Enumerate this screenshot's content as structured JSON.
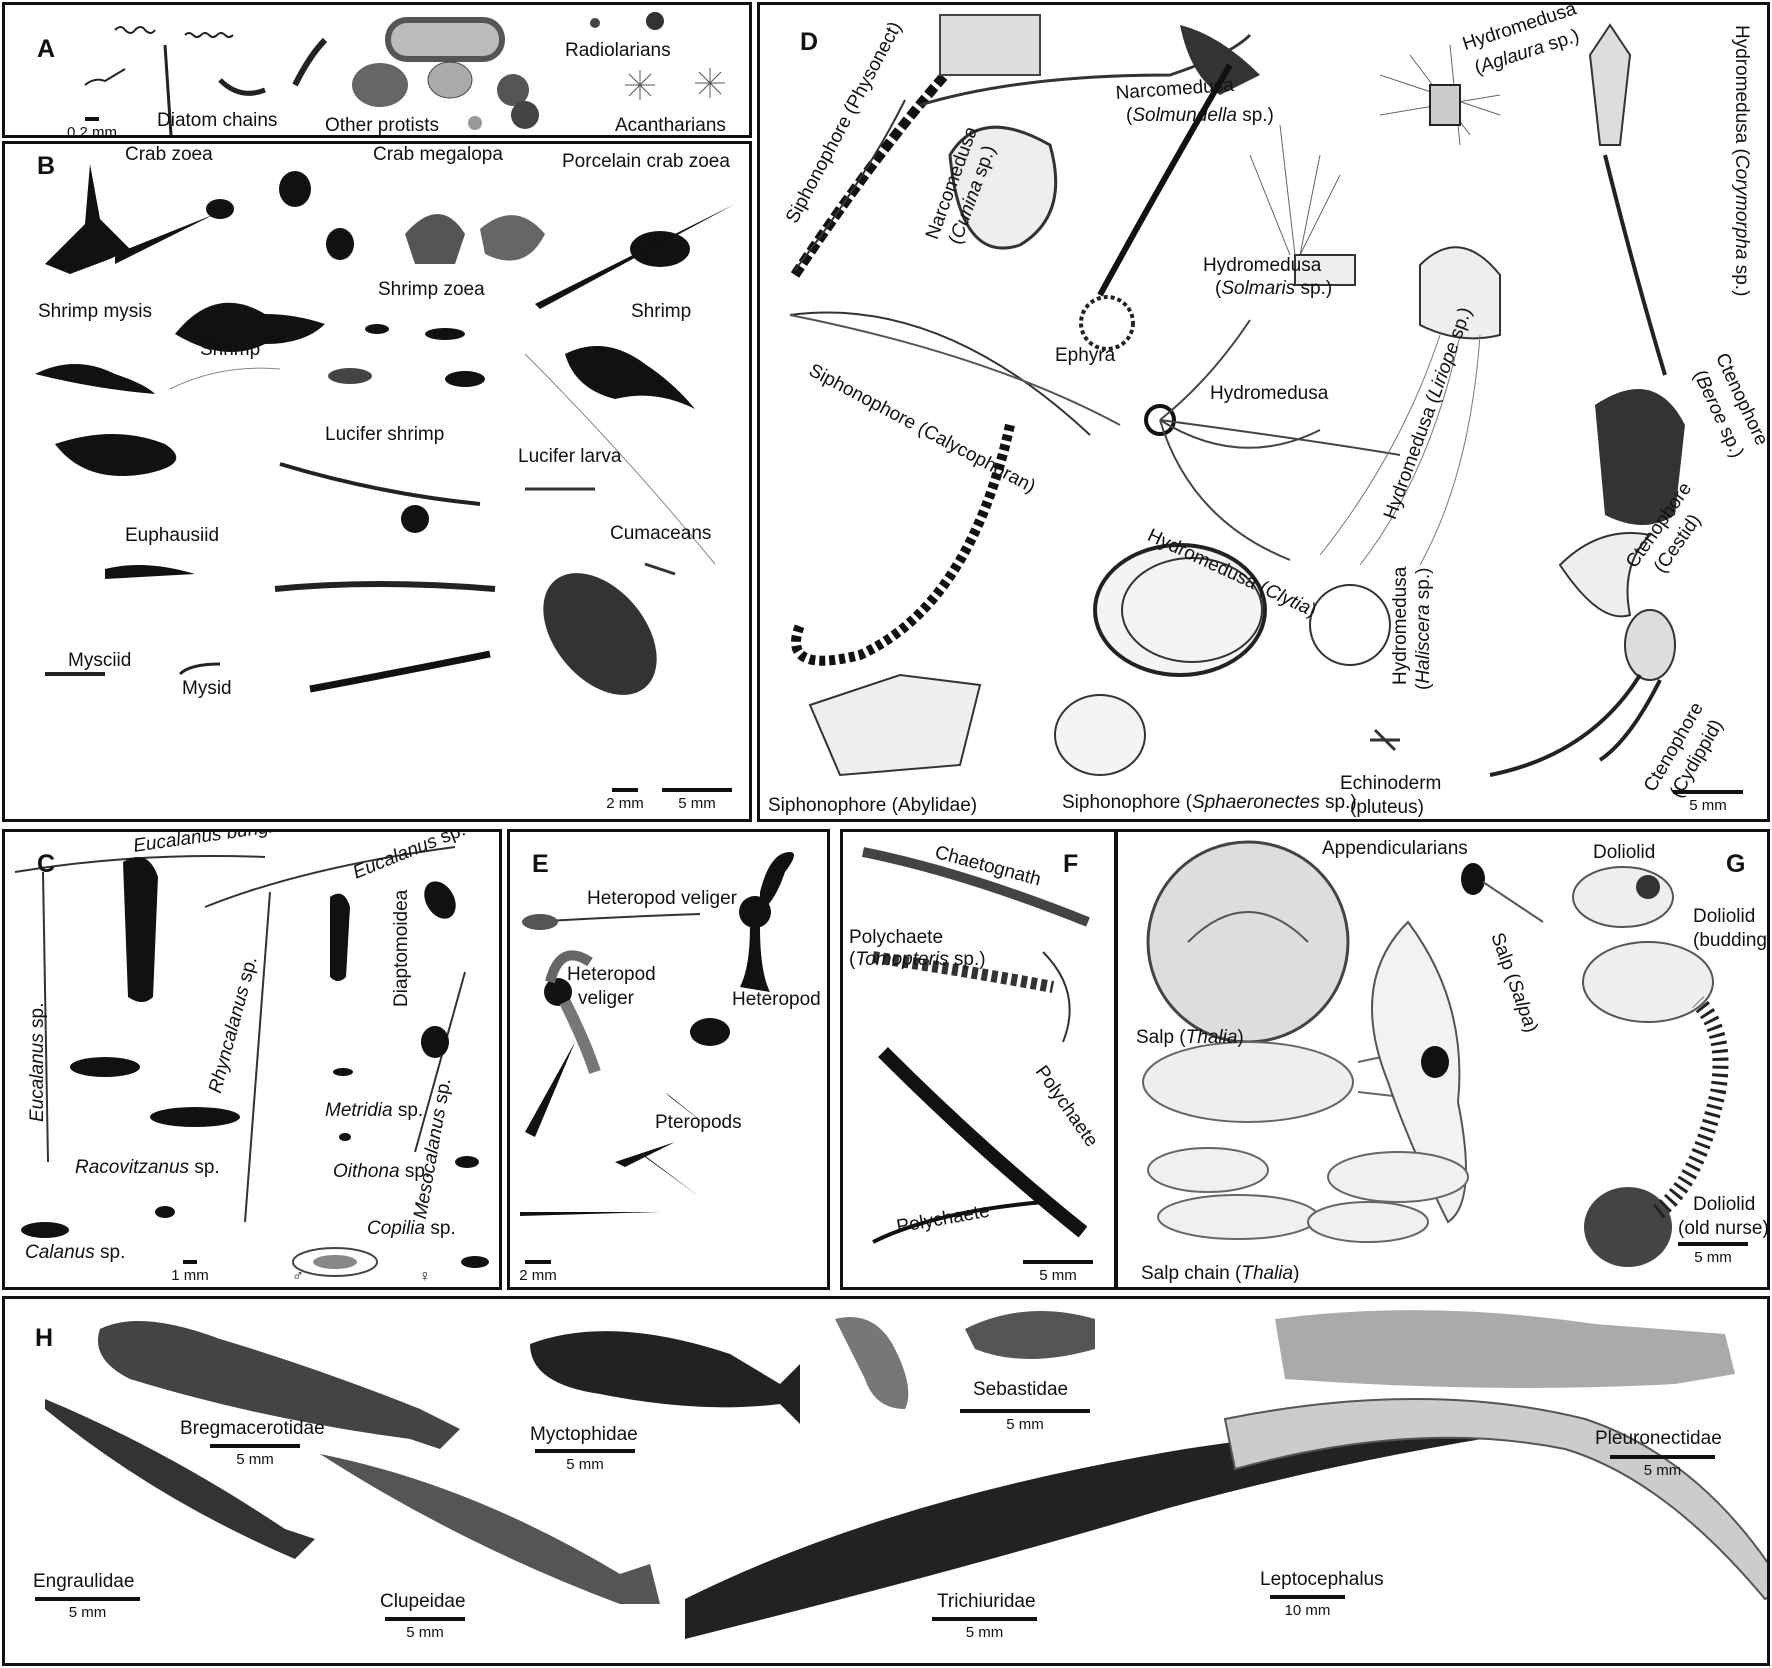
{
  "panels": {
    "A": {
      "letter": "A",
      "labels": {
        "diatom_chains": "Diatom chains",
        "other_protists": "Other protists",
        "radiolarians": "Radiolarians",
        "acantharians": "Acantharians"
      },
      "scale": "0.2 mm"
    },
    "B": {
      "letter": "B",
      "labels": {
        "crab_zoea": "Crab zoea",
        "crab_megalopa": "Crab megalopa",
        "porcelain_crab_zoea": "Porcelain crab zoea",
        "shrimp_mysis": "Shrimp mysis",
        "shrimp_zoea": "Shrimp zoea",
        "shrimp_left": "Shrimp",
        "shrimp_right": "Shrimp",
        "lucifer_shrimp": "Lucifer shrimp",
        "lucifer_larva": "Lucifer larva",
        "euphausiid": "Euphausiid",
        "cumaceans": "Cumaceans",
        "mysciid": "Mysciid",
        "mysid": "Mysid"
      },
      "scales": [
        "2 mm",
        "5 mm"
      ]
    },
    "C": {
      "letter": "C",
      "labels": {
        "eucalanus_bungii": "Eucalanus bungii",
        "eucalanus_sp_top": "Eucalanus",
        "eucalanus_sp_left": "Eucalanus",
        "rhyncalanus": "Rhyncalanus",
        "diaptomoidea": "Diaptomoidea",
        "metridia": "Metridia",
        "oithona": "Oithona",
        "mesocalanus": "Mesocalanus",
        "racovitzanus": "Racovitzanus",
        "calanus": "Calanus",
        "copilia": "Copilia",
        "sp": "sp.",
        "male": "♂",
        "female": "♀"
      },
      "scale": "1 mm"
    },
    "D": {
      "letter": "D",
      "labels": {
        "siph_physonect": "Siphonophore (Physonect)",
        "narco_solmundella_a": "Narcomedusa",
        "narco_solmundella_b": "Solmundella",
        "narco_cunina_a": "Narcomedusa",
        "narco_cunina_b": "Cunina",
        "hydro_aglaura_a": "Hydromedusa",
        "hydro_aglaura_b": "Aglaura",
        "hydro_corymorpha_a": "Hydromedusa (",
        "hydro_corymorpha_b": "Corymorpha",
        "hydro_solmaris_a": "Hydromedusa",
        "hydro_solmaris_b": "Solmaris",
        "ephyra": "Ephyra",
        "hydromedusa": "Hydromedusa",
        "siph_calycophoran": "Siphonophore (Calycophoran)",
        "hydro_liriope_a": "Hydromedusa (",
        "hydro_liriope_b": "Liriope",
        "cteno_beroe_a": "Ctenophore",
        "cteno_beroe_b": "Beroe",
        "hydro_clytia_a": "Hydromedusa (",
        "hydro_clytia_b": "Clytia",
        "hydro_haliscera_a": "Hydromedusa",
        "hydro_haliscera_b": "Haliscera",
        "cteno_cestid_a": "Ctenophore",
        "cteno_cestid_b": "(Cestid)",
        "cteno_cydippid_a": "Ctenophore",
        "cteno_cydippid_b": "(Cydippid)",
        "siph_abylidae": "Siphonophore (Abylidae)",
        "siph_sphaeronectes_a": "Siphonophore (",
        "siph_sphaeronectes_b": "Sphaeronectes",
        "echinoderm_a": "Echinoderm",
        "echinoderm_b": "(pluteus)",
        "sp_paren": "sp.)",
        "close_paren": ")"
      },
      "scale": "5 mm"
    },
    "E": {
      "letter": "E",
      "labels": {
        "heteropod_veliger_top": "Heteropod veliger",
        "heteropod_veliger_a": "Heteropod",
        "heteropod_veliger_b": "veliger",
        "heteropod": "Heteropod",
        "pteropods": "Pteropods"
      },
      "scale": "2 mm"
    },
    "F": {
      "letter": "F",
      "labels": {
        "chaetognath": "Chaetognath",
        "polychaete_tomopteris_a": "Polychaete",
        "polychaete_tomopteris_b": "Tomopteris",
        "polychaete_mid": "Polychaete",
        "polychaete_bottom": "Polychaete",
        "open_paren": "(",
        "sp_paren": " sp.)"
      },
      "scale": "5 mm"
    },
    "G": {
      "letter": "G",
      "labels": {
        "appendicularians": "Appendicularians",
        "doliolid": "Doliolid",
        "doliolid_budding_a": "Doliolid",
        "doliolid_budding_b": "(budding)",
        "salp_thalia_a": "Salp (",
        "salp_thalia_b": "Thalia",
        "salp_salpa_a": "Salp (",
        "salp_salpa_b": "Salpa",
        "doliolid_nurse_a": "Doliolid",
        "doliolid_nurse_b": "(old nurse)",
        "salp_chain_a": "Salp chain (",
        "salp_chain_b": "Thalia",
        "close_paren": ")"
      },
      "scale": "5 mm"
    },
    "H": {
      "letter": "H",
      "labels": {
        "bregmacerotidae": "Bregmacerotidae",
        "myctophidae": "Myctophidae",
        "sebastidae": "Sebastidae",
        "pleuronectidae": "Pleuronectidae",
        "engraulidae": "Engraulidae",
        "clupeidae": "Clupeidae",
        "trichiuridae": "Trichiuridae",
        "leptocephalus": "Leptocephalus"
      },
      "scales": {
        "bregmacerotidae": "5 mm",
        "myctophidae": "5 mm",
        "sebastidae": "5 mm",
        "pleuronectidae": "5 mm",
        "engraulidae": "5 mm",
        "clupeidae": "5 mm",
        "trichiuridae": "5 mm",
        "leptocephalus": "10 mm"
      }
    }
  }
}
